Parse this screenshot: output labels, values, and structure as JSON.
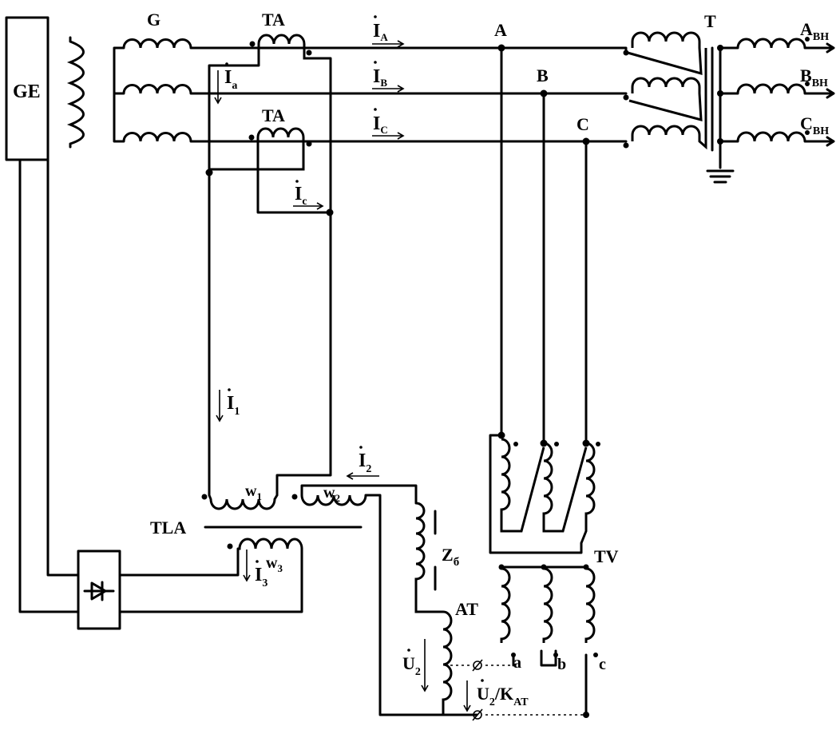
{
  "labels": {
    "ge": "GE",
    "g": "G",
    "ta_top": "TA",
    "ta_mid": "TA",
    "t": "T",
    "node_a": "A",
    "node_b": "B",
    "node_c": "C",
    "out_a": "A",
    "out_a_sub": "BH",
    "out_b": "B",
    "out_b_sub": "BH",
    "out_c": "C",
    "out_c_sub": "BH",
    "i_a_big": "I",
    "i_a_big_sub": "A",
    "i_b_big": "I",
    "i_b_big_sub": "B",
    "i_c_big": "I",
    "i_c_big_sub": "C",
    "i_a_small": "I",
    "i_a_small_sub": "a",
    "i_c_small": "I",
    "i_c_small_sub": "c",
    "i1": "I",
    "i1_sub": "1",
    "i2": "I",
    "i2_sub": "2",
    "i3": "I",
    "i3_sub": "3",
    "w1": "w",
    "w1_sub": "1",
    "w2": "w",
    "w2_sub": "2",
    "w3": "w",
    "w3_sub": "3",
    "tla": "TLA",
    "tv": "TV",
    "at": "AT",
    "z": "Z",
    "z_sub": "б",
    "u2": "U",
    "u2_sub": "2",
    "u2k": "U",
    "u2k_sub": "2",
    "u2k_rest": "/K",
    "u2k_rest_sub": "AT",
    "sec_a": "a",
    "sec_b": "b",
    "sec_c": "c"
  }
}
